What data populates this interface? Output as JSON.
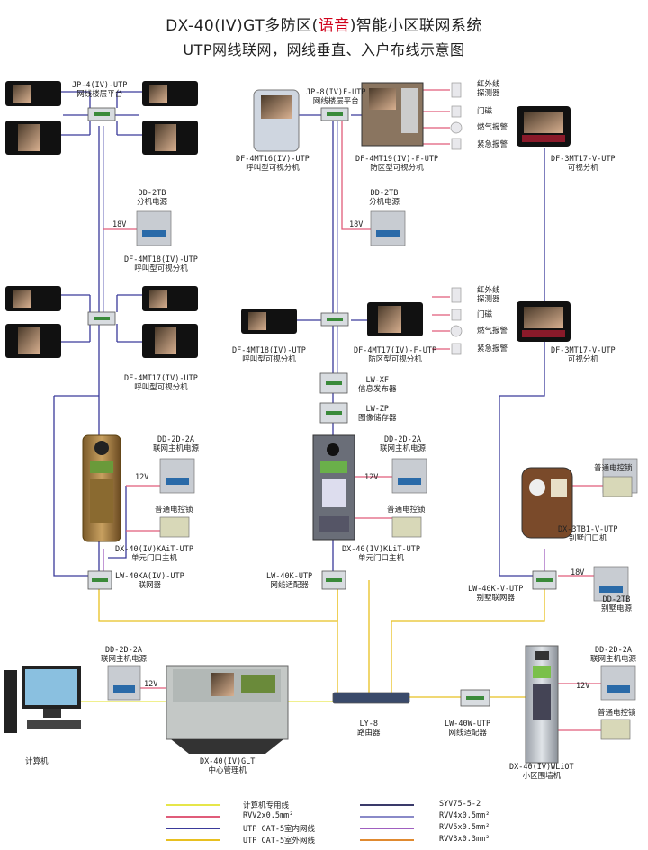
{
  "title": {
    "line1_pre": "DX-40(IV)GT多防区(",
    "line1_red": "语音",
    "line1_post": ")智能小区联网系统",
    "line2": "UTP网线联网，网线垂直、入户布线示意图"
  },
  "labels": {
    "jp4": [
      "JP-4(IV)-UTP",
      "网线楼层平台"
    ],
    "jp8": [
      "JP-8(IV)F-UTP",
      "网线楼层平台"
    ],
    "dd2tb_1": [
      "DD-2TB",
      "分机电源"
    ],
    "dd2tb_2": [
      "DD-2TB",
      "分机电源"
    ],
    "mt18_top": [
      "DF-4MT18(IV)-UTP",
      "呼叫型可视分机"
    ],
    "mt17_left": [
      "DF-4MT17(IV)-UTP",
      "呼叫型可视分机"
    ],
    "mt16": [
      "DF-4MT16(IV)-UTP",
      "呼叫型可视分机"
    ],
    "mt19": [
      "DF-4MT19(IV)-F-UTP",
      "防区型可视分机"
    ],
    "mt18_mid": [
      "DF-4MT18(IV)-UTP",
      "呼叫型可视分机"
    ],
    "mt17_mid": [
      "DF-4MT17(IV)-F-UTP",
      "防区型可视分机"
    ],
    "v3mt17_1": [
      "DF-3MT17-V-UTP",
      "可视分机"
    ],
    "v3mt17_2": [
      "DF-3MT17-V-UTP",
      "可视分机"
    ],
    "sensors1": [
      "红外线",
      "探测器",
      "门磁",
      "燃气报警",
      "紧急报警"
    ],
    "sensors2": [
      "红外线",
      "探测器",
      "门磁",
      "燃气报警",
      "紧急报警"
    ],
    "lwxf": [
      "LW-XF",
      "信息发布器"
    ],
    "lwzp": [
      "LW-ZP",
      "图像储存器"
    ],
    "dd2d2a_1": [
      "DD-2D-2A",
      "联网主机电源"
    ],
    "dd2d2a_2": [
      "DD-2D-2A",
      "联网主机电源"
    ],
    "dd2d2a_3": [
      "DD-2D-2A",
      "联网主机电源"
    ],
    "dd2d2a_4": [
      "DD-2D-2A",
      "联网主机电源"
    ],
    "lock1": "普通电控锁",
    "lock2": "普通电控锁",
    "lock3": "普通电控锁",
    "lock4": "普通电控锁",
    "kait": [
      "DX-40(IV)KAiT-UTP",
      "单元门口主机"
    ],
    "klit": [
      "DX-40(IV)KLiT-UTP",
      "单元门口主机"
    ],
    "tb1": [
      "DX-3TB1-V-UTP",
      "别墅门口机"
    ],
    "lw40ka": [
      "LW-40KA(IV)-UTP",
      "联网器"
    ],
    "lw40k": [
      "LW-40K-UTP",
      "网线适配器"
    ],
    "lw40kv": [
      "LW-40K-V-UTP",
      "别墅联网器"
    ],
    "dd2tb_3": [
      "DD-2TB",
      "别墅电源"
    ],
    "computer": "计算机",
    "glt": [
      "DX-40(IV)GLT",
      "中心管理机"
    ],
    "ly8": [
      "LY-8",
      "路由器"
    ],
    "lw40w": [
      "LW-40W-UTP",
      "网线适配器"
    ],
    "wliot": [
      "DX-40(IV)WLiOT",
      "小区围墙机"
    ],
    "v18a": "18V",
    "v18b": "18V",
    "v18c": "18V",
    "v12a": "12V",
    "v12b": "12V",
    "v12c": "12V",
    "v12d": "12V"
  },
  "legend": [
    {
      "label": "计算机专用线",
      "color": "#e6e64a"
    },
    {
      "label": "RVV2x0.5mm²",
      "color": "#e05c7a"
    },
    {
      "label": "UTP CAT-5室内网线",
      "color": "#3a3a9a"
    },
    {
      "label": "UTP CAT-5室外网线",
      "color": "#e8c020"
    },
    {
      "label": "SYV75-5-2",
      "color": "#3a3a6a"
    },
    {
      "label": "RVV4x0.5mm²",
      "color": "#8a8ac8"
    },
    {
      "label": "RVV5x0.5mm²",
      "color": "#a060c0"
    },
    {
      "label": "RVV3x0.3mm²",
      "color": "#e08a30"
    }
  ]
}
